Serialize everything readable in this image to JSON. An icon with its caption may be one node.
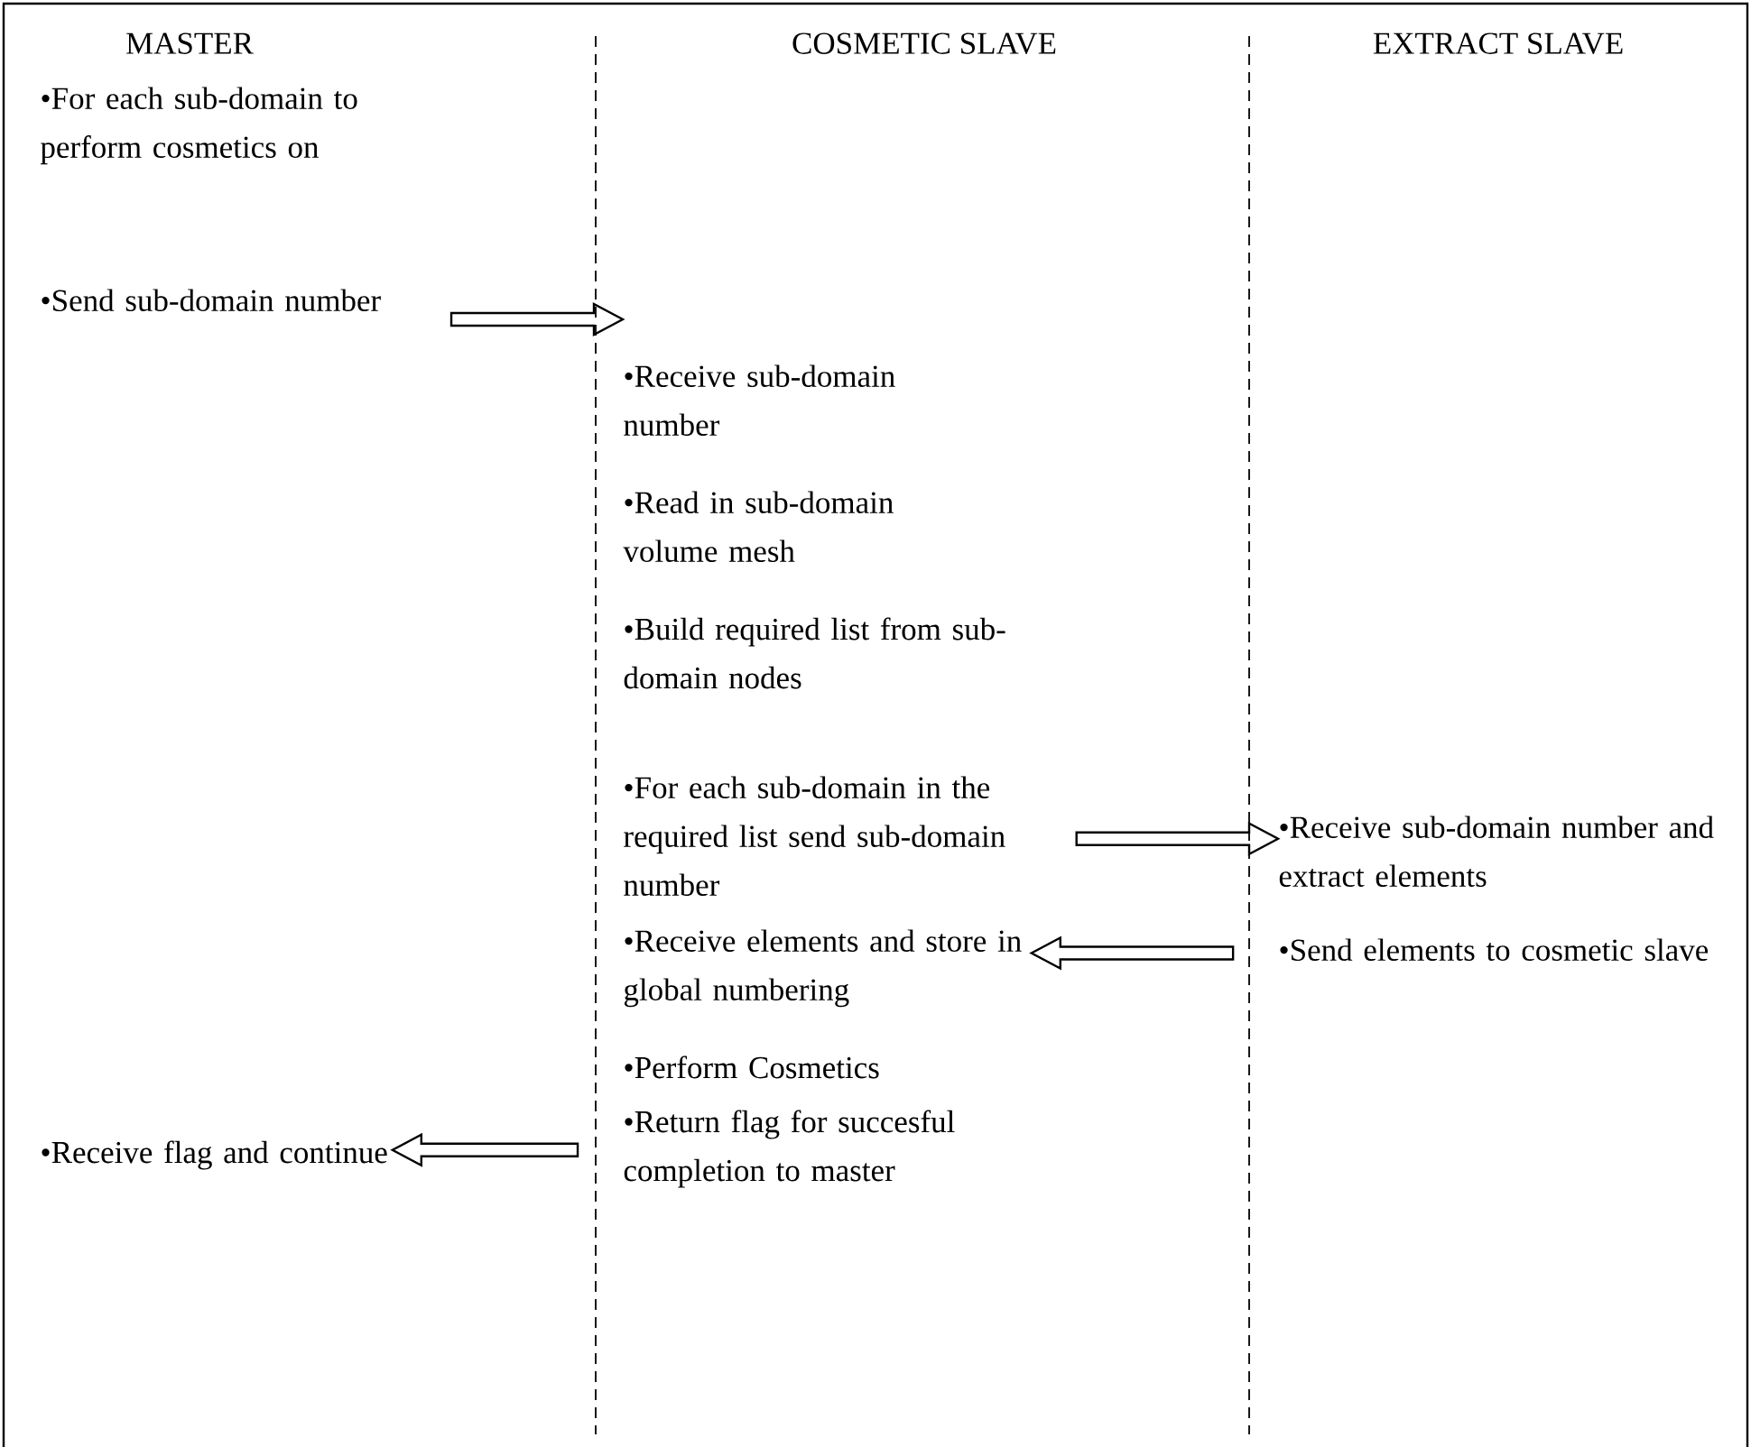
{
  "diagram": {
    "nodes": [
      {
        "text": [
          "•Send sub-domain number"
        ]
      },
      {
        "text": [
          "•Receive sub-domain number"
        ]
      },
      {
        "text": [
          "•For each sub-domain in the required list send sub-domain number"
        ]
      },
      {
        "text": [
          "•Receive sub-domain number and extract elements"
        ]
      },
      {
        "text": [
          "•Receive elements and store in global numbering"
        ]
      },
      {
        "text": [
          "•Send elements to cosmetic slave"
        ]
      },
      {
        "text": [
          "•Return flag for succesful completion to master"
        ]
      },
      {
        "text": [
          "•Receive flag and continue"
        ]
      }
    ],
    "edges": [
      {
        "from": 0,
        "to": 1,
        "arrow": "to"
      },
      {
        "from": 2,
        "to": 3,
        "arrow": "to"
      },
      {
        "from": 5,
        "to": 4,
        "arrow": "to"
      },
      {
        "from": 6,
        "to": 7,
        "arrow": "to"
      }
    ],
    "labels": [
      "MASTER",
      "COSMETIC SLAVE",
      "EXTRACT SLAVE",
      "•For each sub-domain to perform cosmetics on",
      "•Read in sub-domain volume mesh",
      "•Build required list from sub-domain nodes",
      "•Perform Cosmetics"
    ]
  }
}
